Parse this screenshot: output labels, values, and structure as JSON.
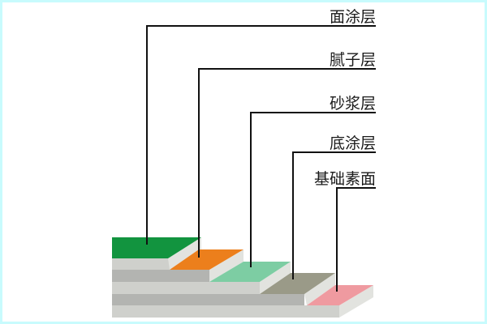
{
  "labels": [
    "面涂层",
    "腻子层",
    "砂浆层",
    "底涂层",
    "基础素面"
  ],
  "colors": {
    "top_coat": "#12943f",
    "putty": "#ec7f1c",
    "mortar": "#7dcda3",
    "primer": "#9a9a88",
    "substrate": "#ef9aa0",
    "gray_light": "#cfd0cc",
    "gray_dark": "#b3b4b1",
    "side": "#e2e3df",
    "frame": "#c8fbfd"
  }
}
